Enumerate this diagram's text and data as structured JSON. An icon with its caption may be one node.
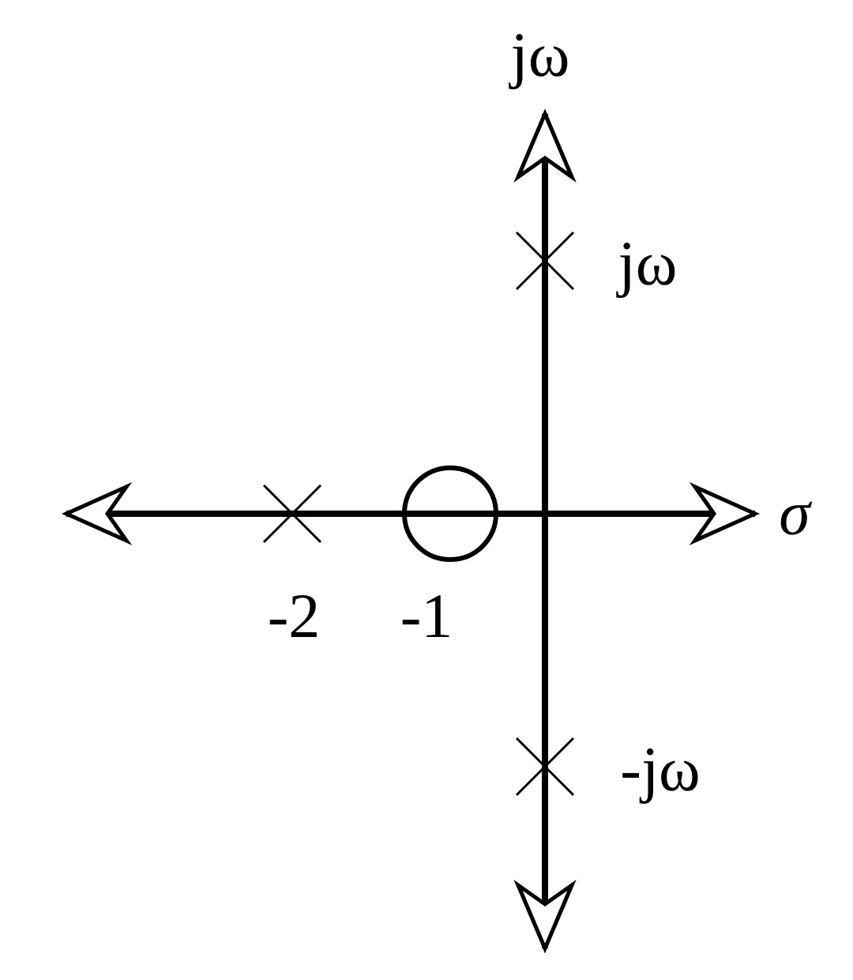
{
  "diagram": {
    "labels": [
      "jω",
      "jω",
      "σ",
      "-2",
      "-1",
      "-jω"
    ]
  }
}
